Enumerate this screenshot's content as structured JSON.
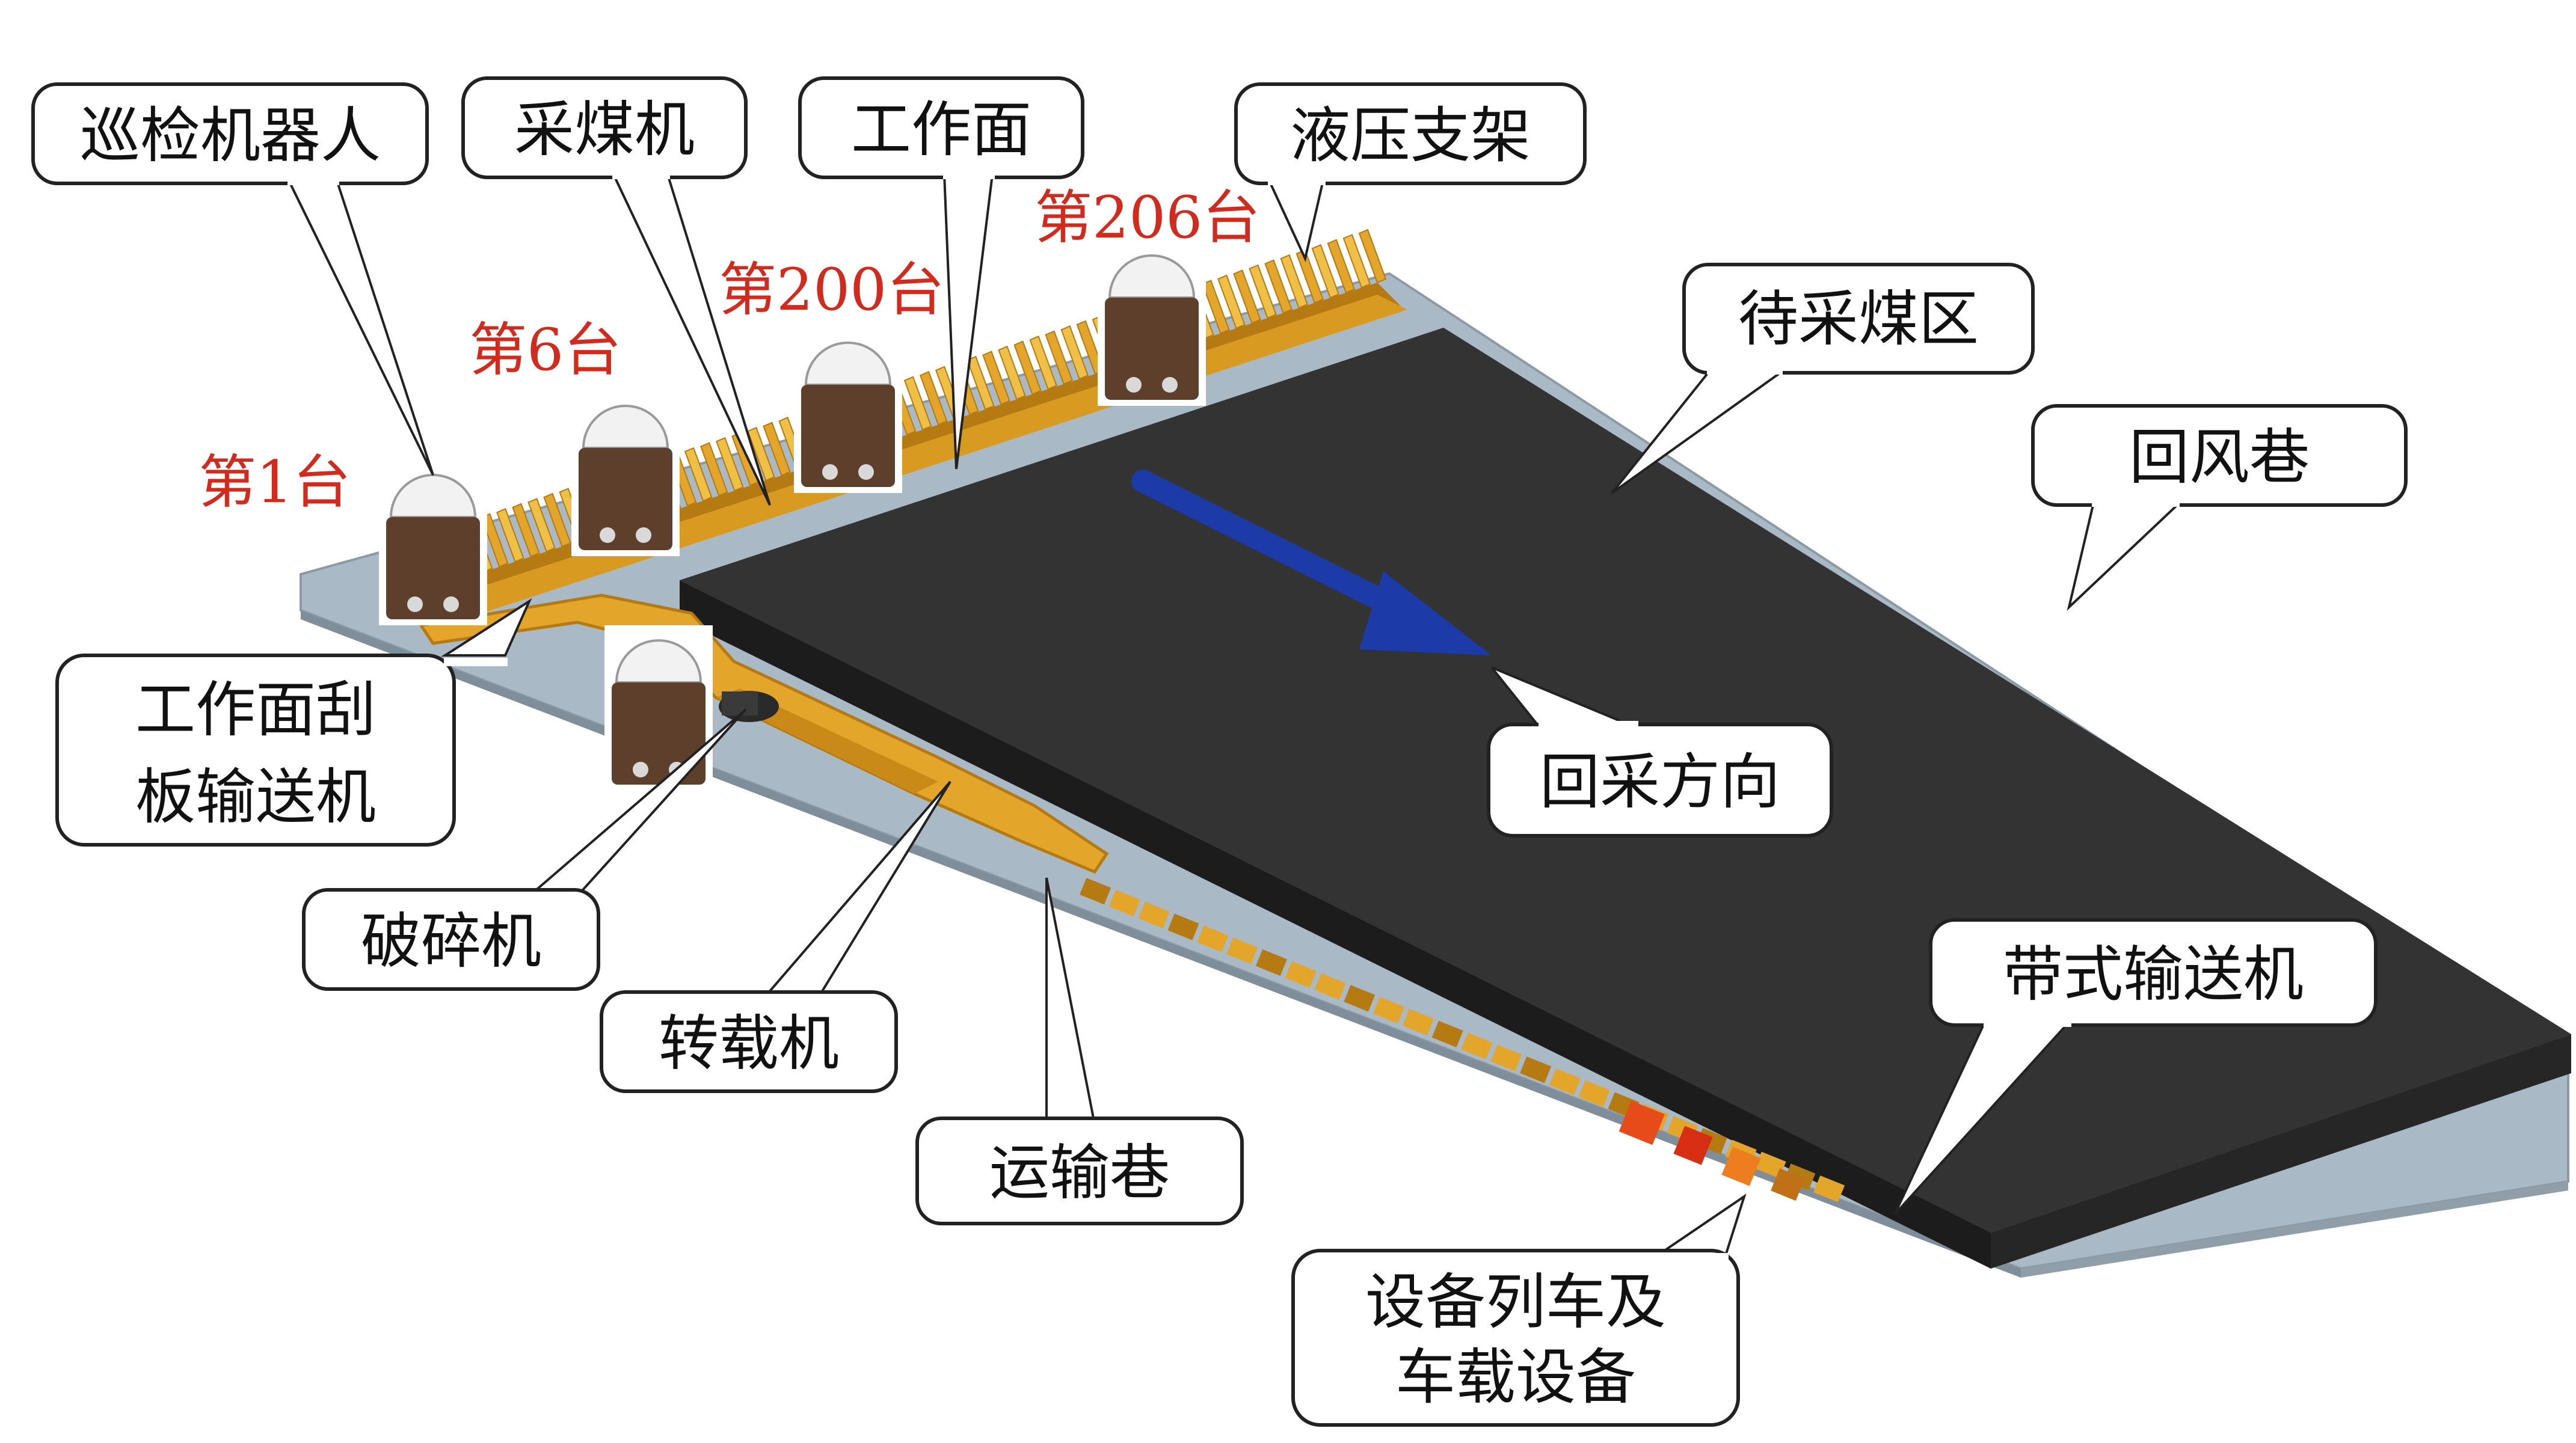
{
  "callouts": {
    "robot": "巡检机器人",
    "shearer": "采煤机",
    "working_face": "工作面",
    "hydraulic_support": "液压支架",
    "coal_zone": "待采煤区",
    "return_airway": "回风巷",
    "mining_direction": "回采方向",
    "scraper_conveyor_line1": "工作面刮",
    "scraper_conveyor_line2": "板输送机",
    "crusher": "破碎机",
    "stage_loader": "转载机",
    "haulage_roadway": "运输巷",
    "belt_conveyor": "带式输送机",
    "equipment_train_line1": "设备列车及",
    "equipment_train_line2": "车载设备"
  },
  "robot_positions": {
    "r1": "第1台",
    "r6": "第6台",
    "r200": "第200台",
    "r206": "第206台"
  },
  "colors": {
    "coal": "#333333",
    "coal_side": "#1c1c1c",
    "roadway_floor": "#aab9c6",
    "equipment": "#e3a52a",
    "equipment_dark": "#b57a12",
    "arrow": "#1c3aa8",
    "label_red": "#d42a1e",
    "robot_body": "#5e3f2c",
    "robot_dome": "#f2f2f2"
  }
}
